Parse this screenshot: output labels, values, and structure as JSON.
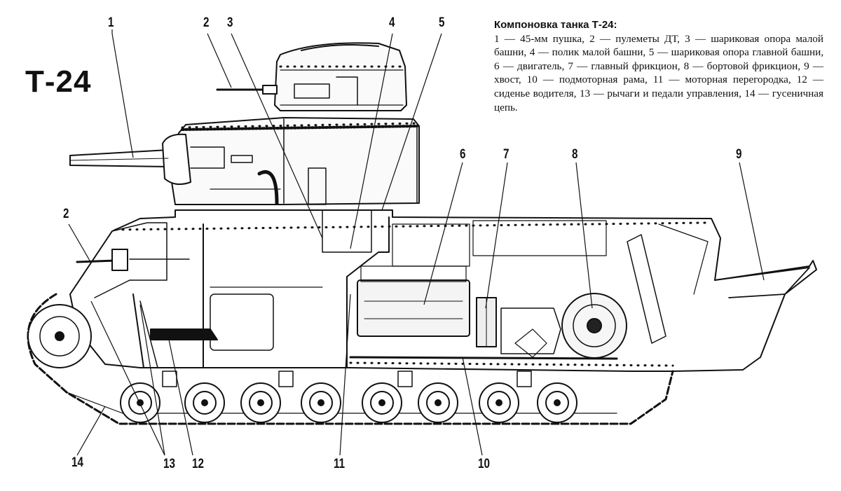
{
  "title": "Т-24",
  "caption": {
    "heading": "Компоновка танка Т-24:",
    "text": "1 — 45-мм пушка, 2 — пулеметы ДТ, 3 — шариковая опора малой башни, 4 — полик малой башни, 5 — шариковая опора главной башни, 6 — двигатель, 7 — главный фрикцион, 8 — бортовой фрикцион, 9 — хвост, 10 — подмоторная рама, 11 — моторная перегородка, 12 — сиденье водителя, 13 — рычаги и педали управления, 14 — гусеничная цепь."
  },
  "callouts": {
    "c1": "1",
    "c2a": "2",
    "c3": "3",
    "c4": "4",
    "c5": "5",
    "c2b": "2",
    "c6": "6",
    "c7": "7",
    "c8": "8",
    "c9": "9",
    "c14": "14",
    "c13": "13",
    "c12": "12",
    "c11": "11",
    "c10": "10"
  }
}
